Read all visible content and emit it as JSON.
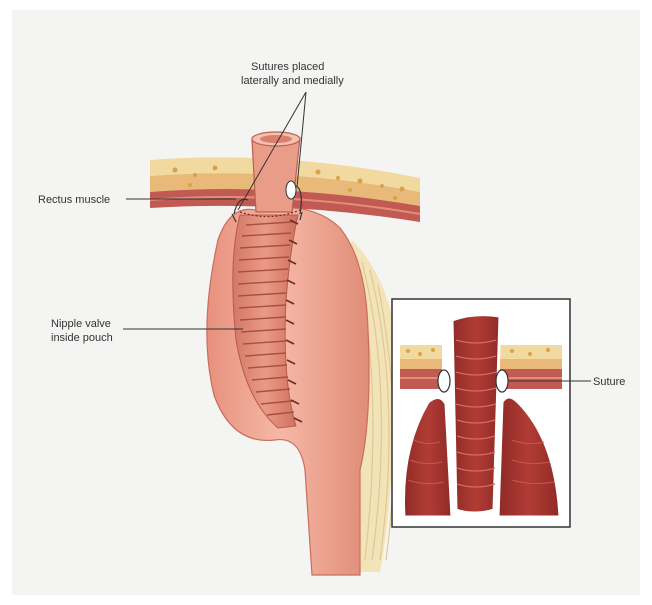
{
  "labels": {
    "sutures_line1": "Sutures placed",
    "sutures_line2": "laterally and medially",
    "rectus": "Rectus muscle",
    "nipple_line1": "Nipple valve",
    "nipple_line2": "inside pouch",
    "suture": "Suture"
  },
  "colors": {
    "background": "#f4f4f3",
    "fat": "#f2d9a0",
    "fat_dot": "#d9a24a",
    "muscle": "#c05a52",
    "muscle_band": "#e48c7c",
    "pouch": "#f0a896",
    "pouch_shade": "#d77c6a",
    "mucosa": "#a8322d",
    "mesentery": "#f3e3b8",
    "inset_border": "#333333",
    "leader_line": "#333333"
  }
}
